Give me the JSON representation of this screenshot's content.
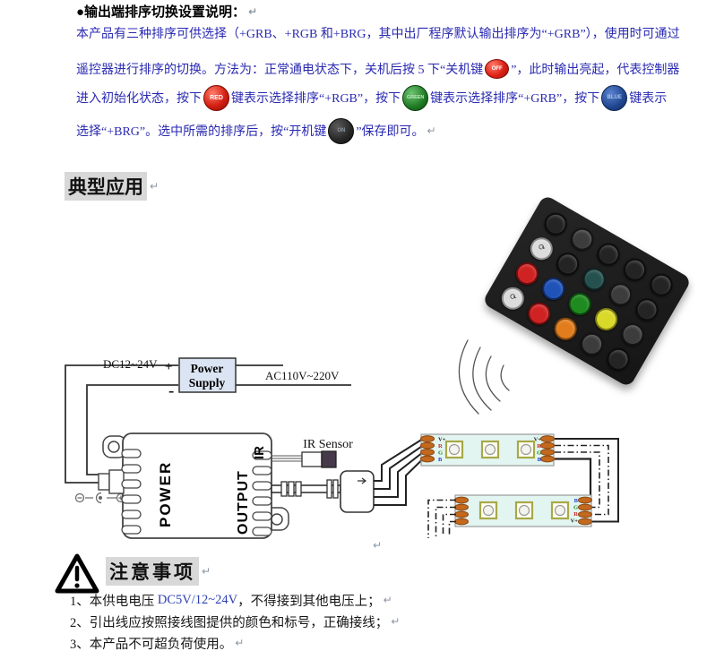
{
  "pilcrow": "↵",
  "intro": {
    "heading": "●输出端排序切换设置说明：",
    "line1": "本产品有三种排序可供选择（+GRB、+RGB 和+BRG，其中出厂程序默认输出排序为“+GRB”），使用时可通过",
    "line2a": "遥控器进行排序的切换。方法为：正常通电状态下，关机后按 5 下“关机键",
    "line2b": "”，此时输出亮起，代表控制器",
    "line3a": "进入初始化状态，按下",
    "line3b": "键表示选择排序“+RGB”，按下",
    "line3c": "键表示选择排序“+GRB”，按下",
    "line3d": "键表示",
    "line4a": "选择“+BRG”。选中所需的排序后，按“开机键",
    "line4b": "”保存即可。",
    "buttons": {
      "off": "OFF",
      "red": "RED",
      "green": "GREEN",
      "blue": "BLUE",
      "on": "ON"
    }
  },
  "sections": {
    "typical_app": "典型应用",
    "notice": "注意事项"
  },
  "diagram": {
    "dc_label": "DC12~24V",
    "plus": "+",
    "minus": "-",
    "ps_line1": "Power",
    "ps_line2": "Supply",
    "ac_label": "AC110V~220V",
    "power": "POWER",
    "output": "OUTPUT",
    "ir": "IR",
    "ir_sensor": "IR Sensor",
    "pads": [
      "V+",
      "R",
      "G",
      "B"
    ],
    "pads_rev": [
      "B",
      "G",
      "R",
      "V+"
    ]
  },
  "notes": {
    "n1a": "1、本供电电压 ",
    "n1b": "DC5V/12~24V",
    "n1c": "，不得接到其他电压上；",
    "n2": "2、引出线应按照接线图提供的颜色和标号，正确接线；",
    "n3": "3、本产品不可超负荷使用。"
  },
  "remote": {
    "colors": {
      "dark": {
        "bg": "#242424",
        "ring": "#0d0d0d"
      },
      "dim": {
        "bg": "#3c3c3c",
        "ring": "#151515"
      },
      "white": {
        "bg": "#dcdcdc",
        "ring": "#8a8a8a",
        "glyph": "⟳"
      },
      "red": {
        "bg": "#cf2323",
        "ring": "#6e0d0d"
      },
      "green": {
        "bg": "#1f8a1f",
        "ring": "#0b4a0b"
      },
      "blue": {
        "bg": "#2053b8",
        "ring": "#0f2a66"
      },
      "teal": {
        "bg": "#24504e",
        "ring": "#102423"
      },
      "yellow": {
        "bg": "#d9d92a",
        "ring": "#80800f"
      },
      "orange": {
        "bg": "#e27d1d",
        "ring": "#80460c"
      }
    },
    "grid": [
      [
        "dark",
        "dim",
        "dark",
        "dark",
        "dark"
      ],
      [
        "white",
        "dark",
        "teal",
        "dim",
        "dark"
      ],
      [
        "red",
        "blue",
        "green",
        "yellow",
        "dim"
      ],
      [
        "white",
        "red",
        "orange",
        "dim",
        "dark"
      ]
    ]
  }
}
